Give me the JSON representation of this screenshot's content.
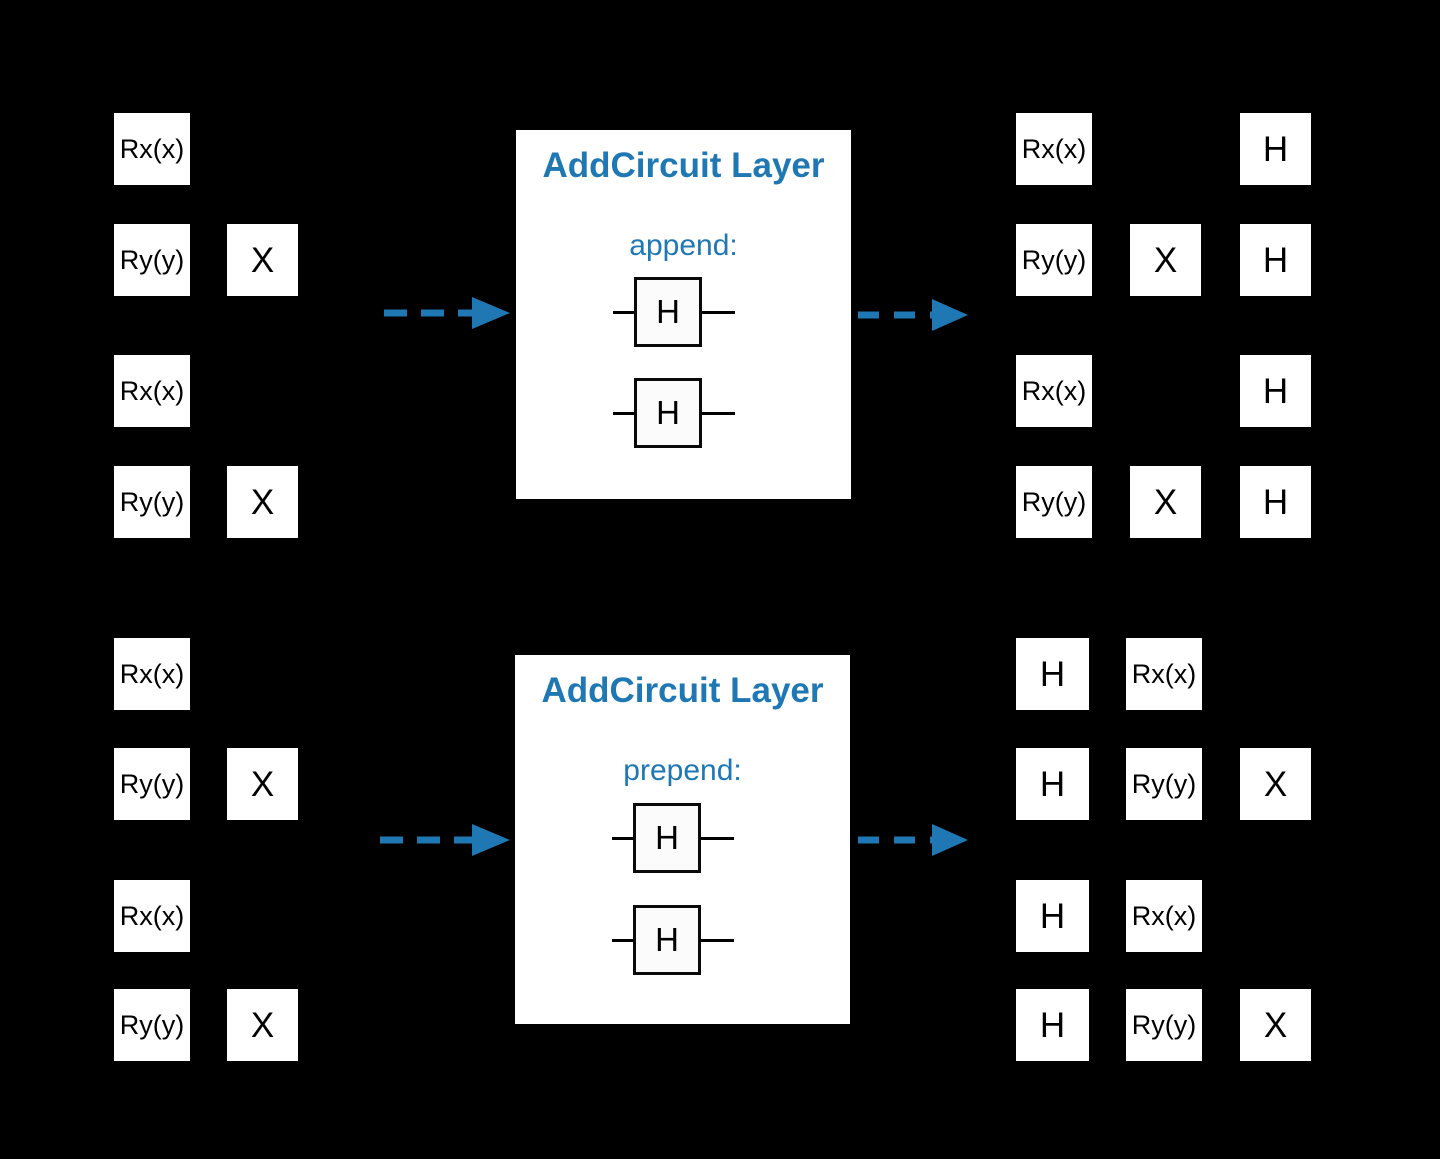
{
  "colors": {
    "background": "#000000",
    "accent_blue": "#1f77b4",
    "panel_bg": "#ffffff",
    "gate_bg": "#ffffff",
    "gate_text": "#000000"
  },
  "top_flow": {
    "input_circuit": {
      "rows": [
        [
          "Rx(x)"
        ],
        [
          "Ry(y)",
          "X"
        ],
        [
          "Rx(x)"
        ],
        [
          "Ry(y)",
          "X"
        ]
      ]
    },
    "layer_panel": {
      "title": "AddCircuit Layer",
      "mode": "append:",
      "gates": [
        "H",
        "H"
      ]
    },
    "output_circuit": {
      "rows": [
        [
          "Rx(x)",
          "H"
        ],
        [
          "Ry(y)",
          "X",
          "H"
        ],
        [
          "Rx(x)",
          "H"
        ],
        [
          "Ry(y)",
          "X",
          "H"
        ]
      ]
    }
  },
  "bottom_flow": {
    "input_circuit": {
      "rows": [
        [
          "Rx(x)"
        ],
        [
          "Ry(y)",
          "X"
        ],
        [
          "Rx(x)"
        ],
        [
          "Ry(y)",
          "X"
        ]
      ]
    },
    "layer_panel": {
      "title": "AddCircuit Layer",
      "mode": "prepend:",
      "gates": [
        "H",
        "H"
      ]
    },
    "output_circuit": {
      "rows": [
        [
          "H",
          "Rx(x)"
        ],
        [
          "H",
          "Ry(y)",
          "X"
        ],
        [
          "H",
          "Rx(x)"
        ],
        [
          "H",
          "Ry(y)",
          "X"
        ]
      ]
    }
  }
}
